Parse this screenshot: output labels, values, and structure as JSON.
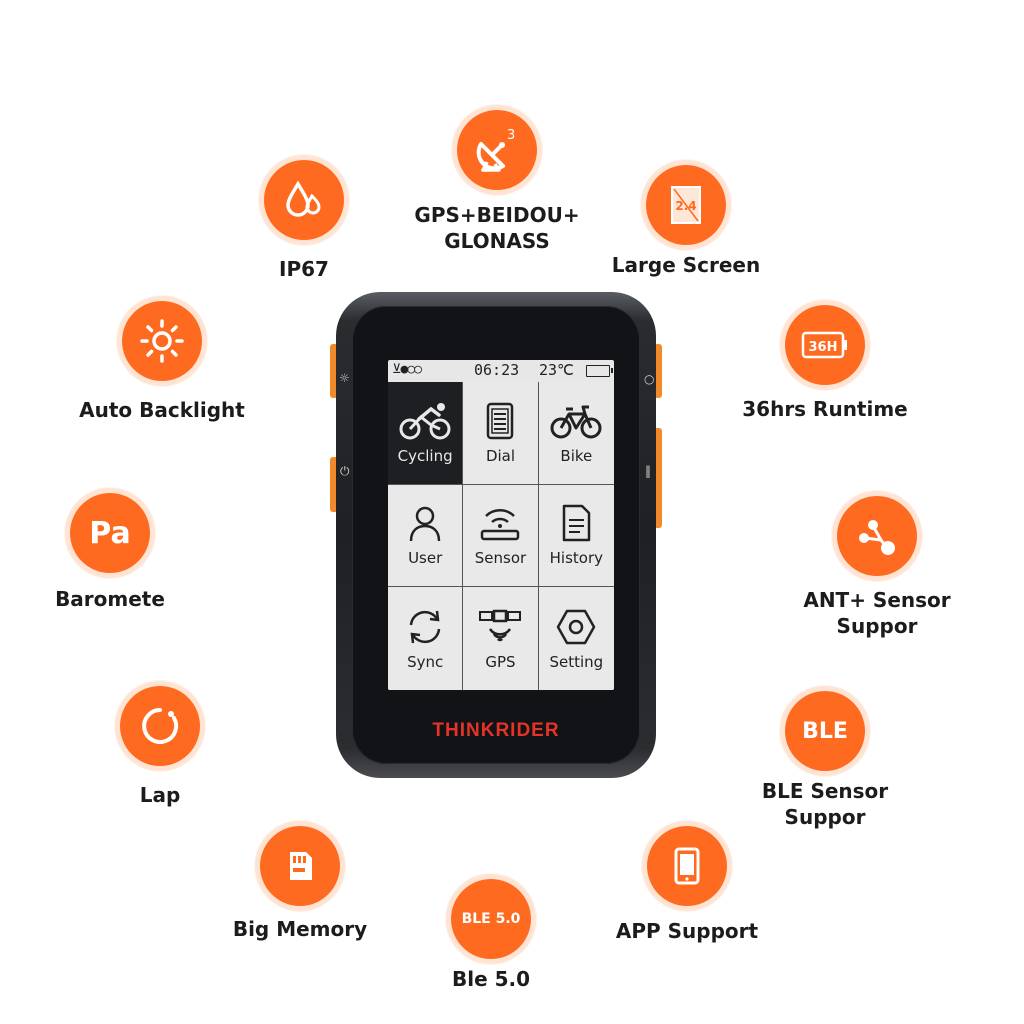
{
  "features": {
    "gps": {
      "label": "GPS+BEIDOU+\nGLONASS",
      "icon": "satellite-dish-icon",
      "icon_text": "3"
    },
    "ip67": {
      "label": "IP67",
      "icon": "water-drops-icon"
    },
    "large_screen": {
      "label": "Large Screen",
      "icon": "screen-size-icon",
      "icon_text": "2.4"
    },
    "auto_backlight": {
      "label": "Auto Backlight",
      "icon": "sun-icon"
    },
    "runtime": {
      "label": "36hrs Runtime",
      "icon": "battery-icon",
      "icon_text": "36H"
    },
    "barometer": {
      "label": "Barometе",
      "icon_text": "Pa"
    },
    "ant_sensor": {
      "label": "ANT+ Sensor\nSuppor",
      "icon": "ant-network-icon"
    },
    "lap": {
      "label": "Lap",
      "icon": "lap-circle-icon"
    },
    "ble_sensor": {
      "label": "BLE Sensor\nSuppor",
      "icon_text": "BLE"
    },
    "big_memory": {
      "label": "Big Memory",
      "icon": "sd-card-icon"
    },
    "ble5": {
      "label": "Ble 5.0",
      "icon_text": "BLE 5.0"
    },
    "app_support": {
      "label": "APP Support",
      "icon": "tablet-icon"
    }
  },
  "device": {
    "brand": "THINKRIDER",
    "status": {
      "signal": "⊻●○○",
      "time": "06:23",
      "temp": "23℃"
    },
    "menu": [
      {
        "label": "Cycling",
        "icon": "cyclist-icon",
        "active": true
      },
      {
        "label": "Dial",
        "icon": "dial-icon"
      },
      {
        "label": "Bike",
        "icon": "bike-icon"
      },
      {
        "label": "User",
        "icon": "user-icon"
      },
      {
        "label": "Sensor",
        "icon": "sensor-icon"
      },
      {
        "label": "History",
        "icon": "history-icon"
      },
      {
        "label": "Sync",
        "icon": "sync-icon"
      },
      {
        "label": "GPS",
        "icon": "gps-icon"
      },
      {
        "label": "Setting",
        "icon": "setting-icon"
      }
    ]
  },
  "colors": {
    "accent": "#ff6a21",
    "brand": "#e53328",
    "screen": "#e7e7e7"
  }
}
